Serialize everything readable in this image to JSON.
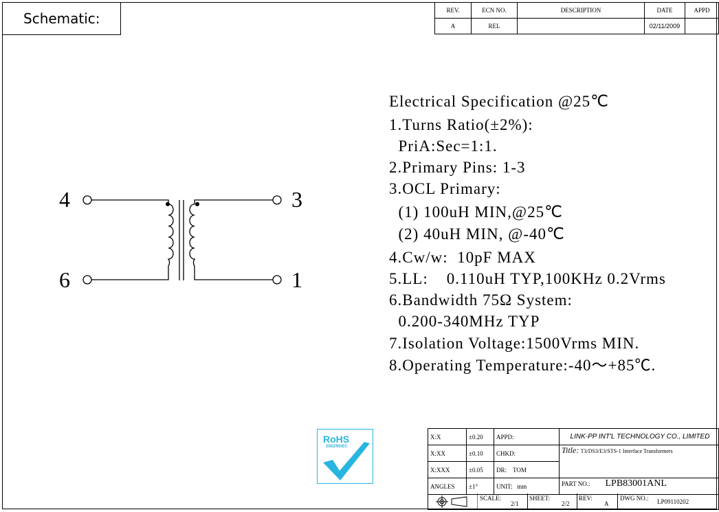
{
  "header": {
    "label": "Schematic:"
  },
  "revision_table": {
    "headers": [
      "REV.",
      "ECN NO.",
      "DESCRIPTION",
      "DATE",
      "APPD"
    ],
    "rows": [
      [
        "A",
        "REL",
        "",
        "02/11/2009",
        ""
      ]
    ]
  },
  "schematic": {
    "pins": {
      "p4": "4",
      "p6": "6",
      "p3": "3",
      "p1": "1"
    }
  },
  "spec": {
    "lines": [
      "Electrical Specification @25℃",
      "1.Turns Ratio(±2%):",
      "  PriA:Sec=1:1.",
      "2.Primary Pins: 1-3",
      "3.OCL Primary:",
      "  (1) 100uH MIN,@25℃",
      "  (2) 40uH MIN, @-40℃",
      "4.Cw/w:  10pF MAX",
      "5.LL:    0.110uH TYP,100KHz 0.2Vrms",
      "6.Bandwidth 75Ω System:",
      "  0.200-340MHz TYP",
      "7.Isolation Voltage:1500Vrms MIN.",
      "8.Operating Temperature:-40～+85℃."
    ]
  },
  "rohs": {
    "title": "RoHS",
    "sub": "2002/95/EC"
  },
  "title_block": {
    "tolerances": [
      [
        "X:X",
        "±0.20"
      ],
      [
        "X:XX",
        "±0.10"
      ],
      [
        "X:XXX",
        "±0.05"
      ],
      [
        "ANGLES",
        "±1°"
      ]
    ],
    "appd": "APPD:",
    "chkd": "CHKD:",
    "dr": "DR:",
    "dr_val": "TOM",
    "unit": "UNIT:",
    "unit_val": "mm",
    "company": "LINK-PP INT'L TECHNOLOGY CO., LIMITED",
    "title_label": "Title:",
    "title_val": "T3/DS3/E3/STS-1 Interface Transformers",
    "part_label": "PART NO.:",
    "part_val": "LPB83001ANL",
    "scale_label": "SCALE:",
    "scale_val": "2/1",
    "sheet_label": "SHEET:",
    "sheet_val": "2/2",
    "rev_label": "REV:",
    "rev_val": "A",
    "dwg_label": "DWG NO.:",
    "dwg_val": "LP09110202"
  }
}
